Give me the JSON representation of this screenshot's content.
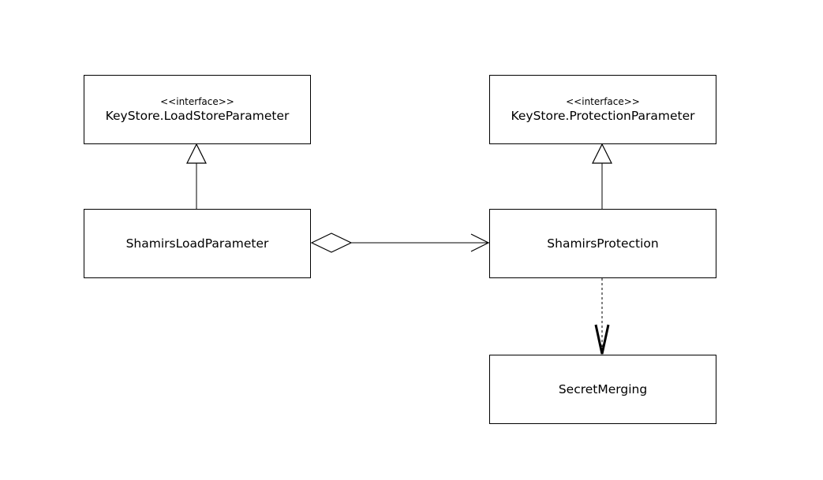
{
  "diagram": {
    "type": "uml-class-diagram",
    "line_color": "#000000",
    "background_color": "#ffffff",
    "classes": [
      {
        "id": "load_store_param",
        "stereotype": "<<interface>>",
        "name": "KeyStore.LoadStoreParameter"
      },
      {
        "id": "protection_param",
        "stereotype": "<<interface>>",
        "name": "KeyStore.ProtectionParameter"
      },
      {
        "id": "shamirs_load_param",
        "stereotype": "",
        "name": "ShamirsLoadParameter"
      },
      {
        "id": "shamirs_protection",
        "stereotype": "",
        "name": "ShamirsProtection"
      },
      {
        "id": "secret_merging",
        "stereotype": "",
        "name": "SecretMerging"
      }
    ],
    "relations": [
      {
        "type": "realization",
        "from": "shamirs_load_param",
        "to": "load_store_param"
      },
      {
        "type": "realization",
        "from": "shamirs_protection",
        "to": "protection_param"
      },
      {
        "type": "aggregation",
        "from": "shamirs_load_param",
        "to": "shamirs_protection"
      },
      {
        "type": "dependency",
        "from": "shamirs_protection",
        "to": "secret_merging"
      }
    ]
  }
}
